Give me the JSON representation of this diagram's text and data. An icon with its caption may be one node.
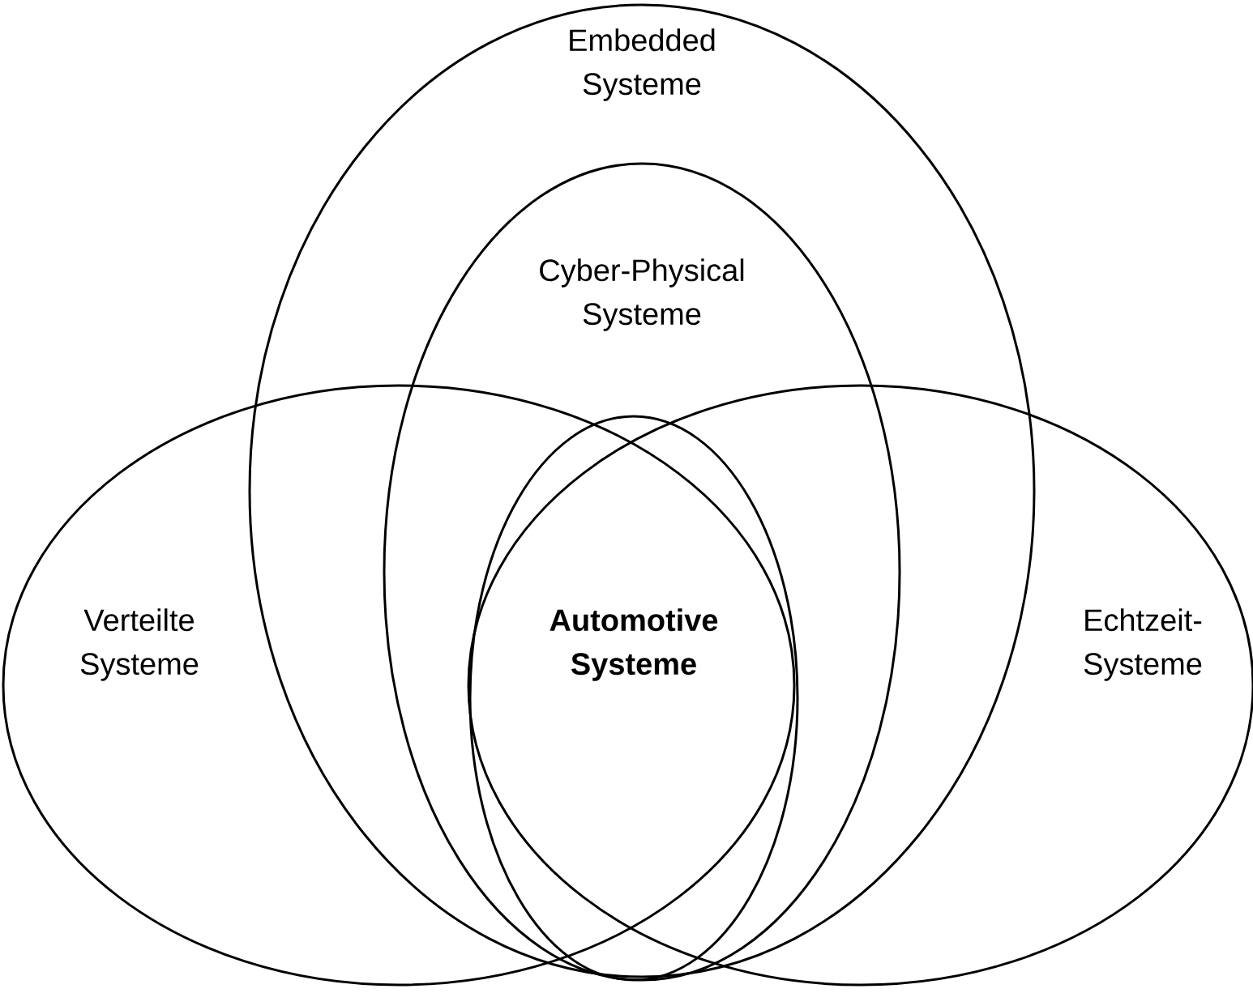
{
  "diagram": {
    "nodes": [
      {
        "text": [
          "Embedded Systeme"
        ]
      },
      {
        "text": [
          "Cyber-Physical Systeme"
        ],
        "in": 0
      },
      {
        "text": [
          "Verteilte Systeme"
        ]
      },
      {
        "text": [
          "Automotive Systeme"
        ]
      },
      {
        "text": [
          "Echtzeit- Systeme"
        ]
      }
    ]
  }
}
